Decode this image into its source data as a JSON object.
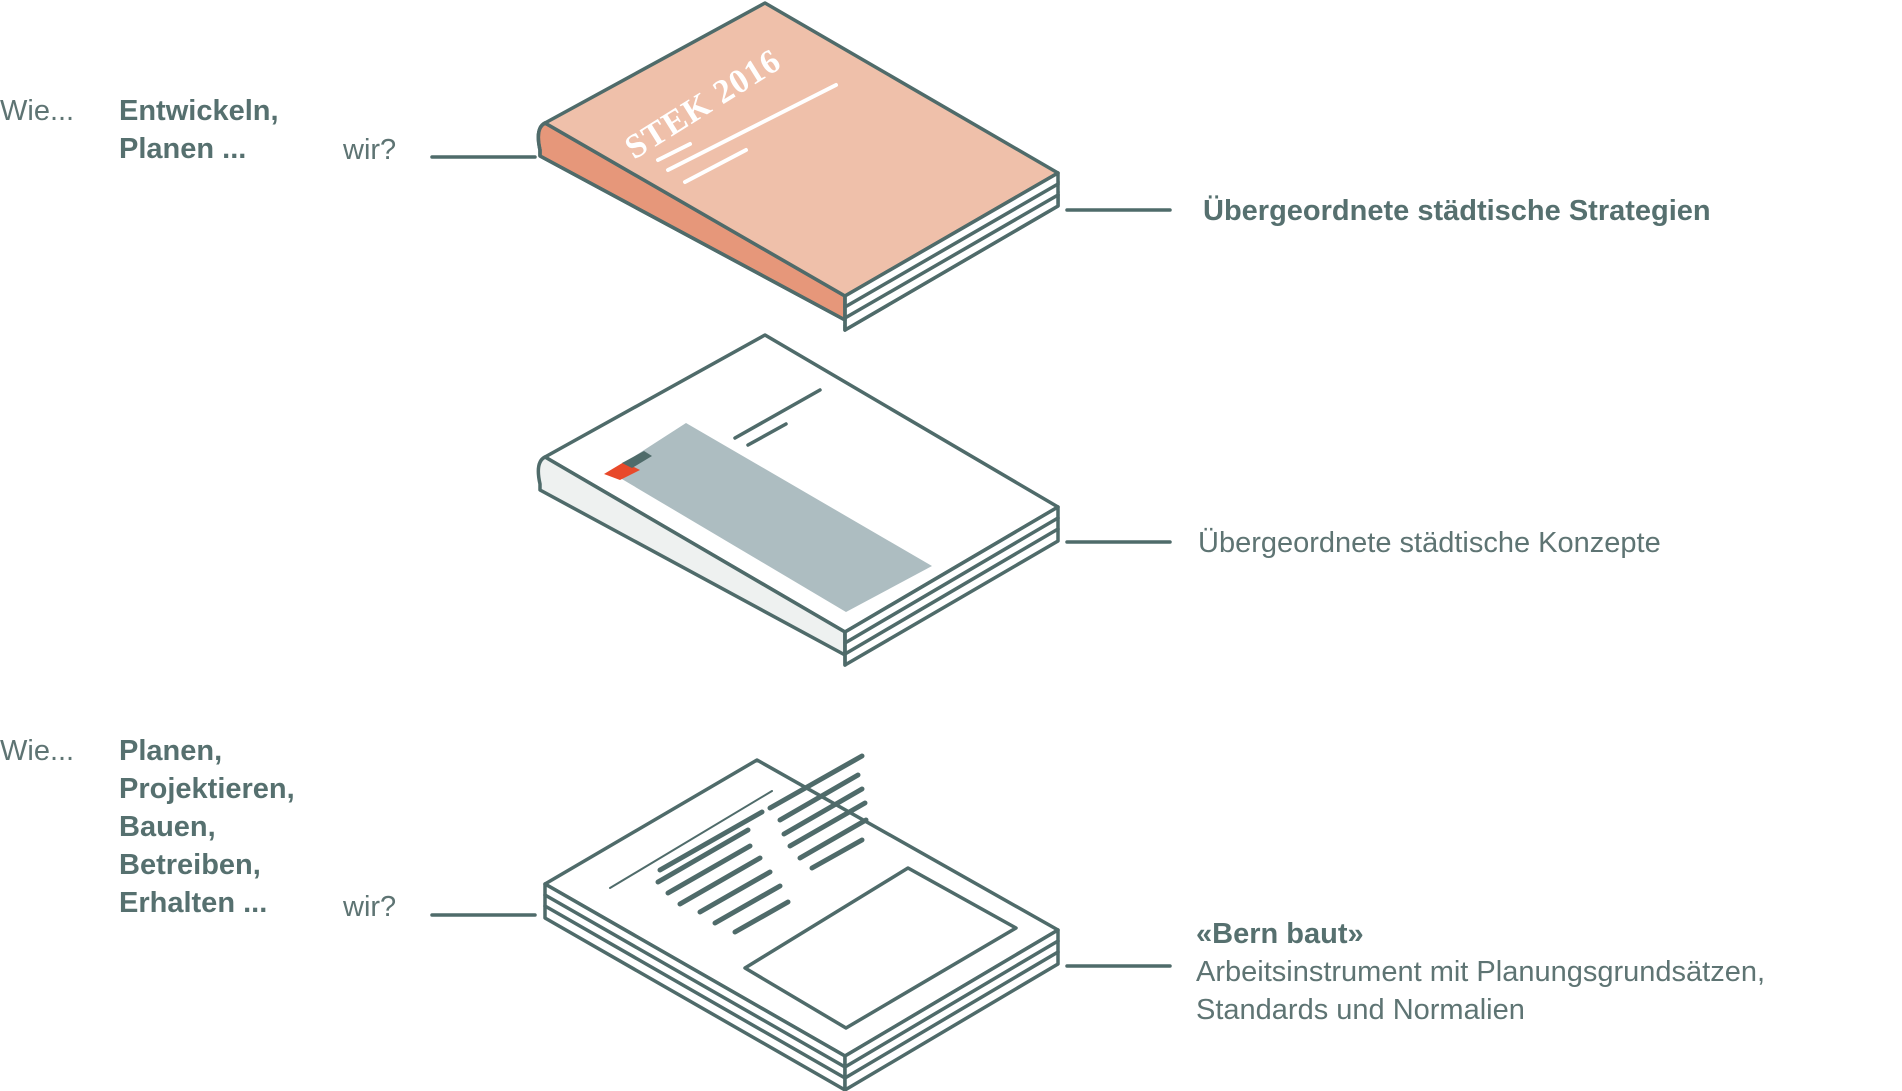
{
  "top_group": {
    "prefix": "Wie...",
    "verbs": [
      "Entwickeln,",
      "Planen ..."
    ],
    "suffix": "wir?"
  },
  "bottom_group": {
    "prefix": "Wie...",
    "verbs": [
      "Planen,",
      "Projektieren,",
      "Bauen,",
      "Betreiben,",
      "Erhalten ..."
    ],
    "suffix": "wir?"
  },
  "books": {
    "top": {
      "cover_title": "STEK 2016",
      "caption": "Übergeordnete städtische Strategien"
    },
    "middle": {
      "caption": "Übergeordnete städtische Konzepte"
    },
    "bottom": {
      "caption_title": "«Bern baut»",
      "caption_lines": [
        "Arbeitsinstrument mit Planungsgrundsätzen,",
        "Standards und Normalien"
      ]
    }
  },
  "colors": {
    "outline": "#4f6b6a",
    "text": "#56706f",
    "stek_cover": "#efc0aa",
    "stek_spine": "#e6977a",
    "concept_panel": "#adbdc1",
    "accent_red": "#e8492a"
  }
}
